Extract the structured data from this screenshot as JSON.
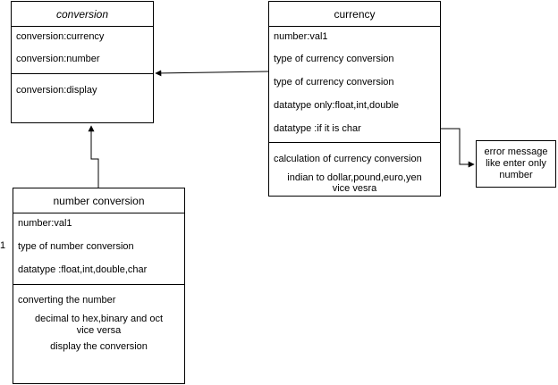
{
  "conversion": {
    "title": "conversion",
    "attributes": [
      "conversion:currency",
      "conversion:number"
    ],
    "methods": [
      "conversion:display"
    ]
  },
  "currency": {
    "title": "currency",
    "attributes": [
      "number:val1",
      "type of currency conversion",
      "type of currency conversion",
      "datatype only:float,int,double",
      "datatype :if it is char"
    ],
    "methods": [
      "calculation of currency conversion"
    ],
    "notes": [
      "indian to dollar,pound,euro,yen",
      "vice vesra"
    ]
  },
  "number_conversion": {
    "title": "number conversion",
    "attributes": [
      "number:val1",
      "type of number conversion",
      "datatype :float,int,double,char"
    ],
    "methods": [
      "converting the number"
    ],
    "notes": [
      "decimal to hex,binary and oct",
      "vice versa",
      "display the conversion"
    ]
  },
  "error_note": {
    "lines": [
      "error message",
      "like enter only",
      "number"
    ]
  },
  "stray_label": "1"
}
